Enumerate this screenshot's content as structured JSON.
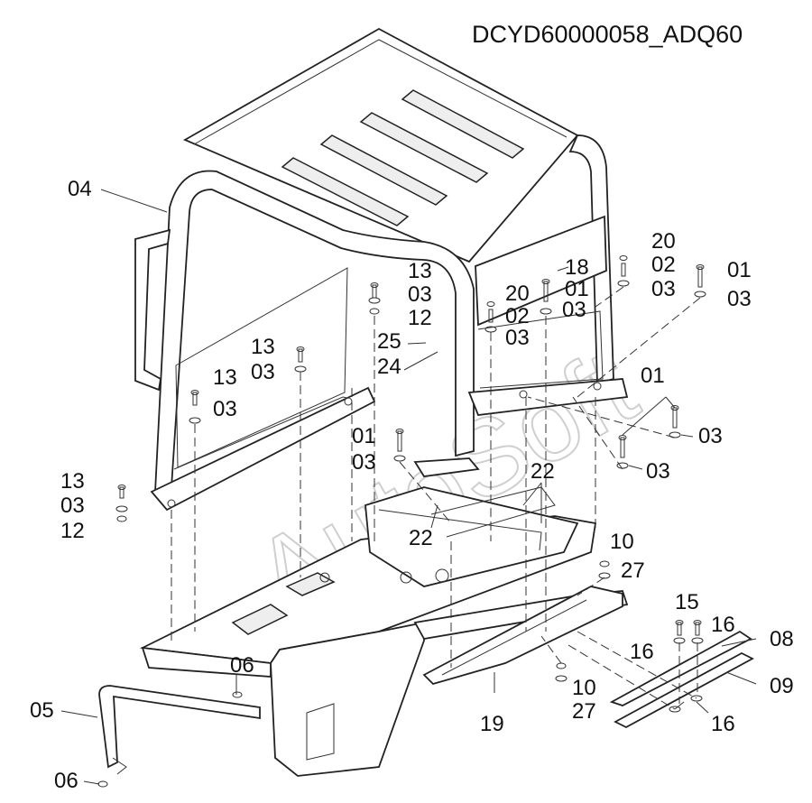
{
  "drawing_code": "DCYD60000058_ADQ60",
  "watermark": "AutoSoft",
  "callouts": {
    "c04": "04",
    "c05": "05",
    "c06a": "06",
    "c06b": "06",
    "c13a": "13",
    "c03a": "03",
    "c12a": "12",
    "c13b": "13",
    "c03b": "03",
    "c13c": "13",
    "c03c": "03",
    "c13d": "13",
    "c03d": "03",
    "c12d": "12",
    "c25": "25",
    "c24": "24",
    "c01a": "01",
    "c03e": "03",
    "c20a": "20",
    "c02a": "02",
    "c03f": "03",
    "c18": "18",
    "c01b": "01",
    "c03g": "03",
    "c20b": "20",
    "c02b": "02",
    "c03h": "03",
    "c01c": "01",
    "c03i": "03",
    "c01d": "01",
    "c03j": "03",
    "c03k": "03",
    "c22a": "22",
    "c22b": "22",
    "c10a": "10",
    "c27a": "27",
    "c10b": "10",
    "c27b": "27",
    "c19": "19",
    "c15": "15",
    "c16a": "16",
    "c16b": "16",
    "c16c": "16",
    "c08": "08",
    "c09": "09"
  }
}
